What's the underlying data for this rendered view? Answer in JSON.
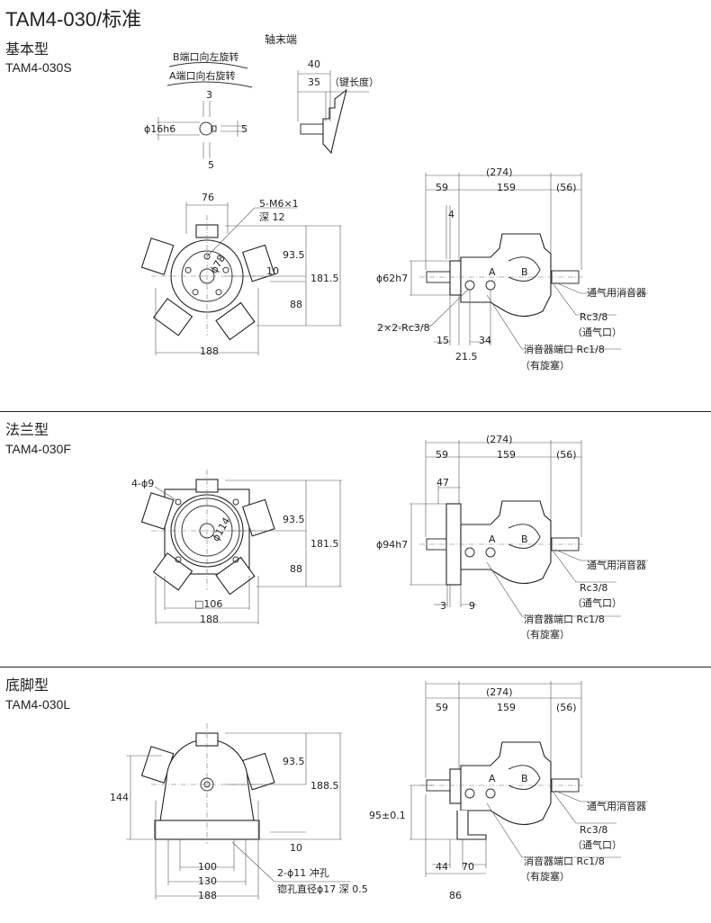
{
  "title": "TAM4-030/标准",
  "sections": [
    {
      "name": "基本型",
      "model": "TAM4-030S",
      "shaft_end": {
        "heading": "轴末端",
        "rotation_b": "B端口向左旋转",
        "rotation_a": "A端口向右旋转",
        "key_width": "3",
        "shaft_dia": "ϕ16h6",
        "key_depth": "5",
        "key_offset": "5",
        "len_total": "40",
        "len_key": "35",
        "key_length_note": "（键长度）"
      },
      "front": {
        "w76": "76",
        "thread": "5-M6×1",
        "depth": "深 12",
        "pcd": "ϕ78",
        "h93": "93.5",
        "d10": "10",
        "h181": "181.5",
        "h88": "88",
        "w188": "188"
      },
      "side": {
        "total": "(274)",
        "a59": "59",
        "b159": "159",
        "c56": "(56)",
        "d4": "4",
        "dia": "ϕ62h7",
        "port_a": "A",
        "port_b": "B",
        "ports": "2×2-Rc3/8",
        "d15": "15",
        "d215": "21.5",
        "d34": "34",
        "muffler": "通气用消音器",
        "vent": "Rc3/8",
        "vent_note": "（通气口）",
        "muffler_port": "消音器端口 Rc1/8",
        "plug_note": "（有旋塞）"
      }
    },
    {
      "name": "法兰型",
      "model": "TAM4-030F",
      "front": {
        "holes": "4-ϕ9",
        "pcd": "ϕ114",
        "h93": "93.5",
        "h181": "181.5",
        "h88": "88",
        "sq": "□106",
        "w188": "188"
      },
      "side": {
        "total": "(274)",
        "a59": "59",
        "b159": "159",
        "c56": "(56)",
        "d47": "47",
        "dia": "ϕ94h7",
        "port_a": "A",
        "port_b": "B",
        "d3": "3",
        "d9": "9",
        "muffler": "通气用消音器",
        "vent": "Rc3/8",
        "vent_note": "（通气口）",
        "muffler_port": "消音器端口 Rc1/8",
        "plug_note": "（有旋塞）"
      }
    },
    {
      "name": "底脚型",
      "model": "TAM4-030L",
      "front": {
        "h144": "144",
        "h93": "93.5",
        "h188": "188.5",
        "d10": "10",
        "w100": "100",
        "w130": "130",
        "w188": "188",
        "holes": "2-ϕ11 冲孔",
        "spotface": "锪孔直径ϕ17 深 0.5"
      },
      "side": {
        "total": "(274)",
        "a59": "59",
        "b159": "159",
        "c56": "(56)",
        "height": "95±0.1",
        "port_a": "A",
        "port_b": "B",
        "d44": "44",
        "d70": "70",
        "d86": "86",
        "muffler": "通气用消音器",
        "vent": "Rc3/8",
        "vent_note": "（通气口）",
        "muffler_port": "消音器端口 Rc1/8",
        "plug_note": "（有旋塞）"
      }
    }
  ]
}
